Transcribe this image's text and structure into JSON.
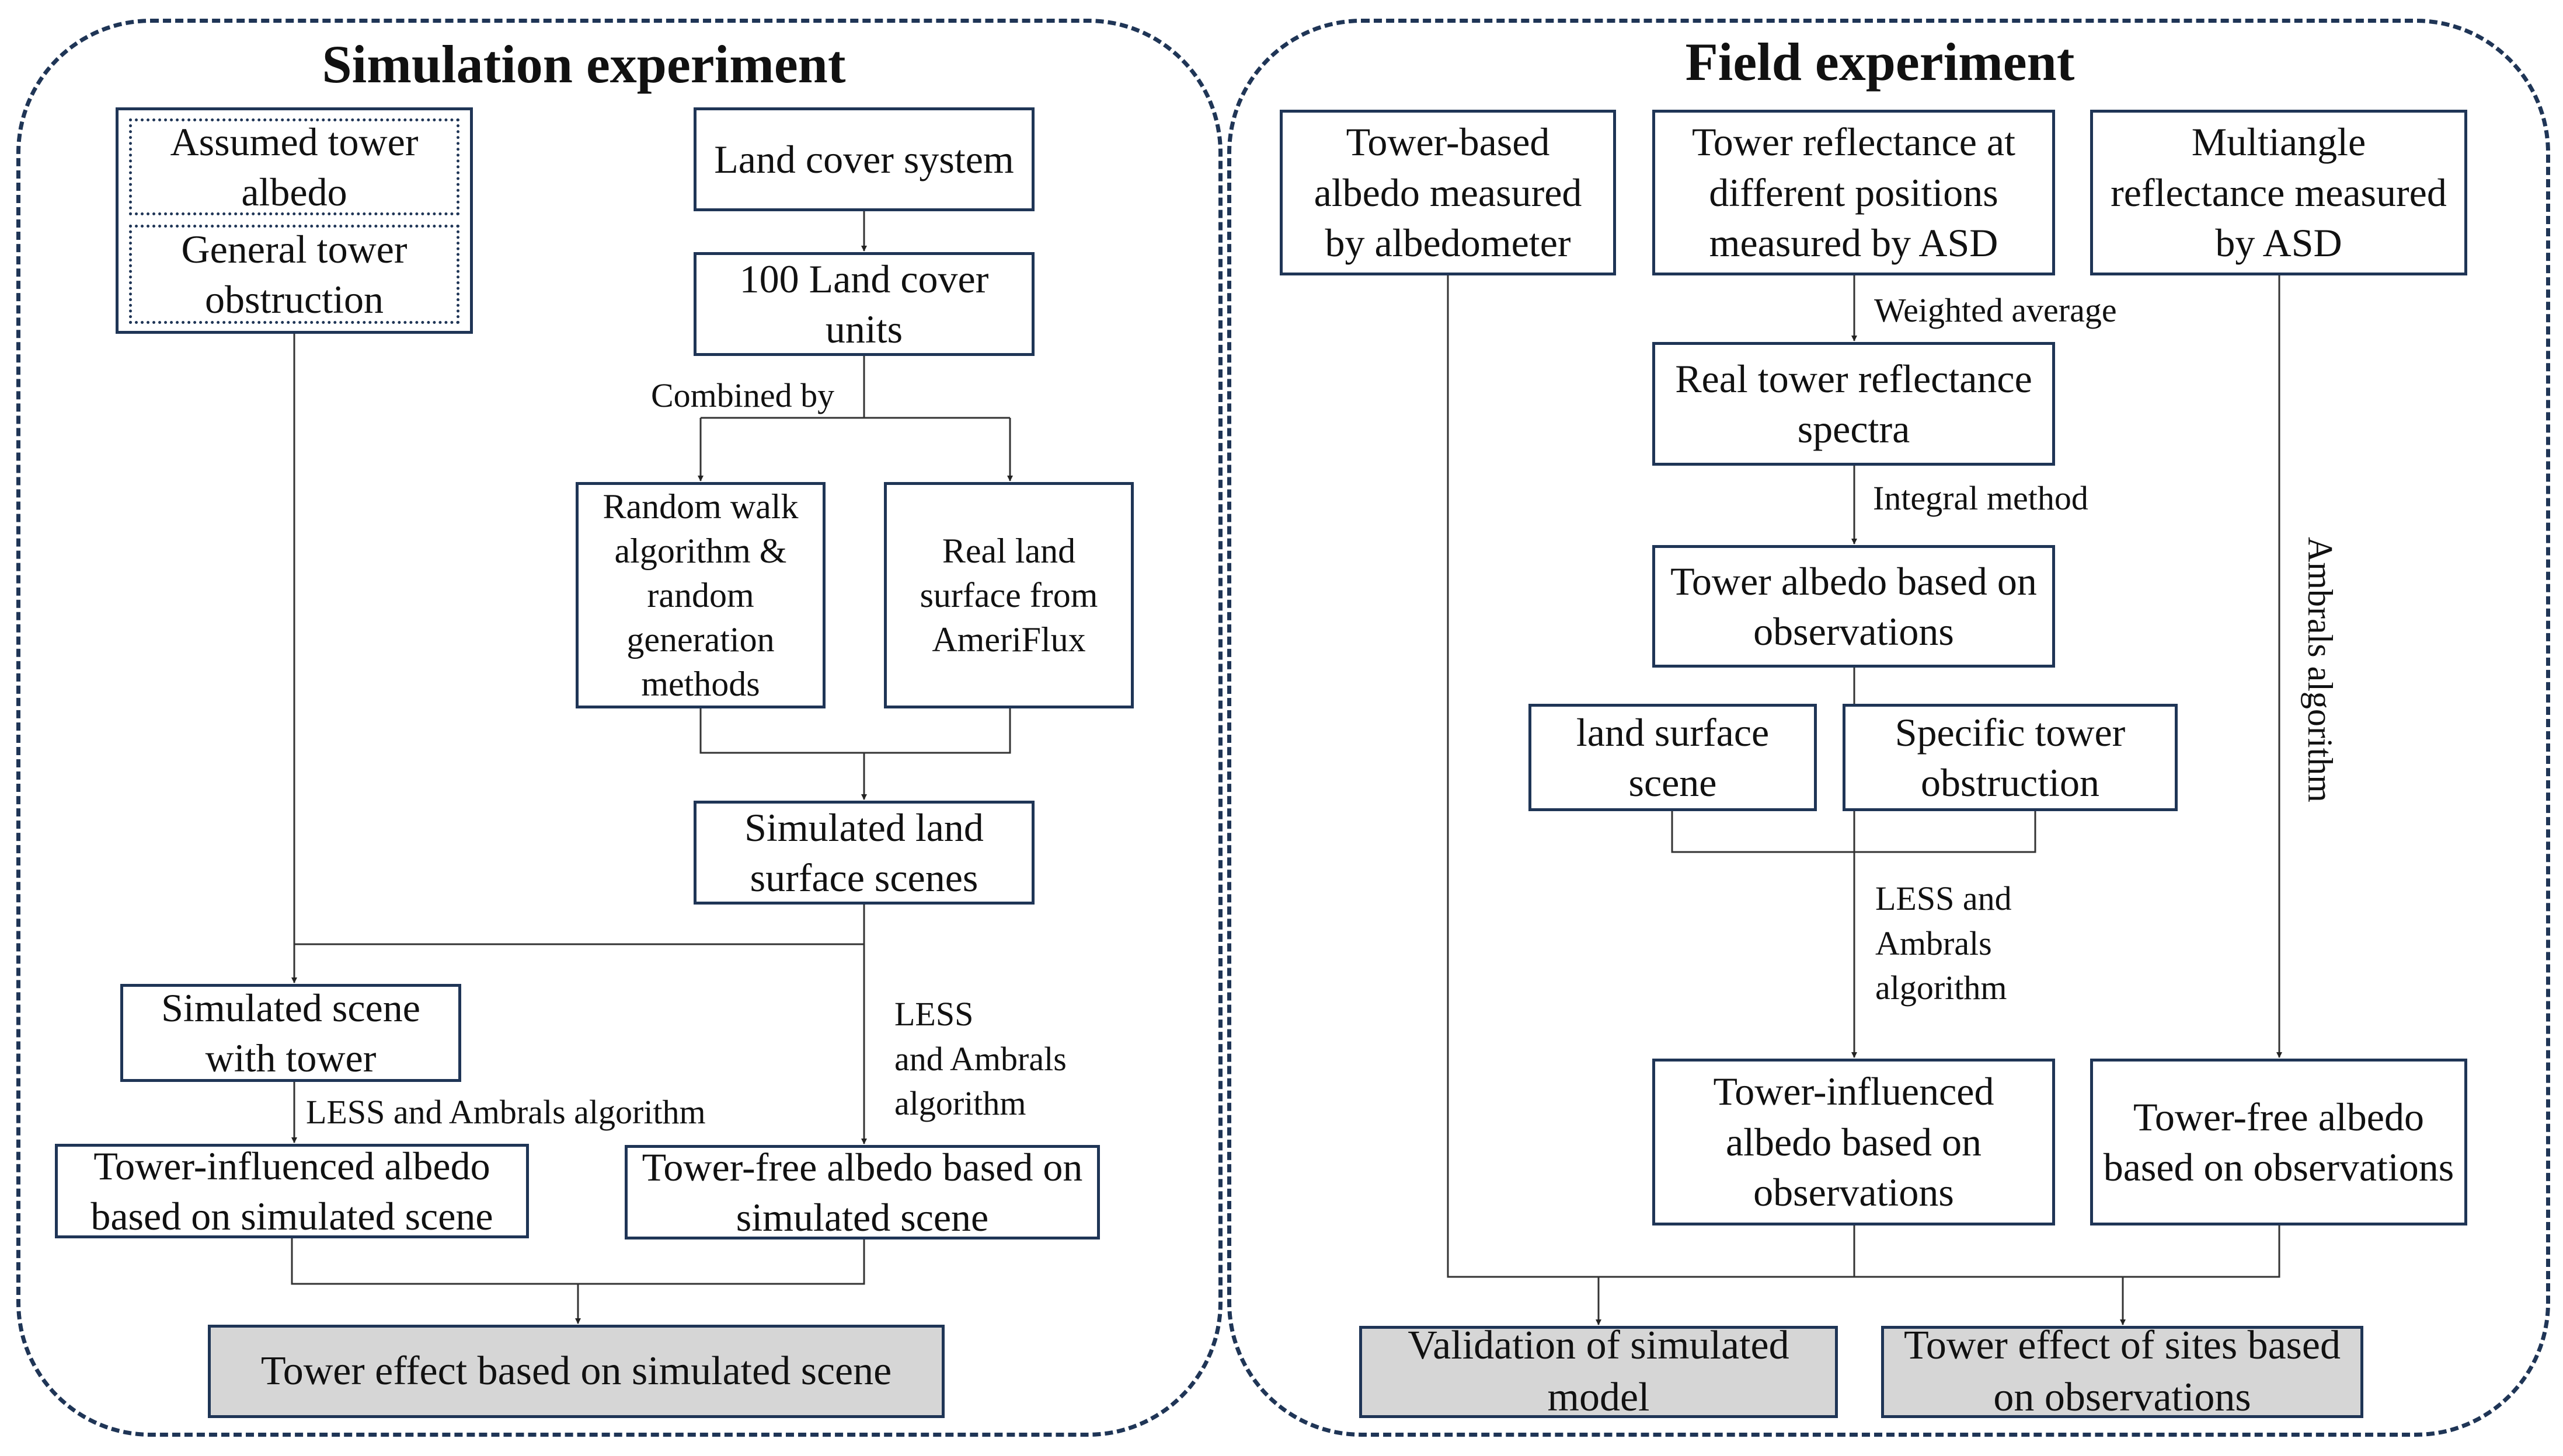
{
  "simulation": {
    "title": "Simulation experiment",
    "assumed_albedo": "Assumed tower albedo",
    "general_obstruction": "General tower obstruction",
    "land_cover_system": "Land cover system",
    "land_cover_units": "100 Land cover units",
    "combined_by": "Combined by",
    "random_walk": "Random walk algorithm & random generation methods",
    "real_land_surface": "Real land surface from AmeriFlux",
    "simulated_scenes": "Simulated land surface scenes",
    "scene_with_tower": "Simulated scene with tower",
    "less_ambrals_inline": "LESS and Ambrals algorithm",
    "less_ambrals_stacked": [
      "LESS",
      "and Ambrals",
      "algorithm"
    ],
    "tower_influenced": "Tower-influenced albedo based on simulated scene",
    "tower_free": "Tower-free albedo based on simulated scene",
    "tower_effect": "Tower effect based on  simulated scene"
  },
  "field": {
    "title": "Field experiment",
    "tower_based_albedo": "Tower-based albedo measured by albedometer",
    "tower_reflectance": "Tower reflectance at different positions measured by ASD",
    "multiangle": "Multiangle reflectance measured by ASD",
    "weighted_average": "Weighted average",
    "real_spectra": "Real tower reflectance spectra",
    "integral_method": "Integral method",
    "albedo_observations": "Tower albedo based on observations",
    "land_surface_scene": "land surface scene",
    "specific_obstruction": "Specific tower obstruction",
    "less_ambrals_stacked": [
      "LESS and",
      "Ambrals",
      "algorithm"
    ],
    "ambrals_vertical": "Ambrals algorithm",
    "tower_influenced_obs": "Tower-influenced albedo based on observations",
    "tower_free_obs": "Tower-free albedo based on observations",
    "validation": "Validation of simulated model",
    "tower_effect_sites": "Tower effect of sites based on observations"
  },
  "colors": {
    "border": "#1f3556",
    "line": "#333333",
    "gray_fill": "#d6d6d6"
  }
}
